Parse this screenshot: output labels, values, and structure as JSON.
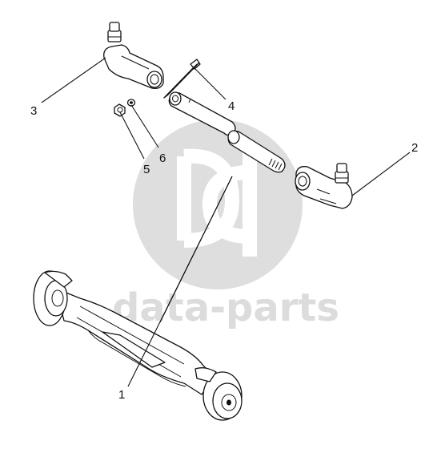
{
  "watermark": {
    "text": "data-parts",
    "color": "#dcdcdc"
  },
  "callouts": [
    {
      "id": "1",
      "label": "1"
    },
    {
      "id": "2",
      "label": "2"
    },
    {
      "id": "3",
      "label": "3"
    },
    {
      "id": "4",
      "label": "4"
    },
    {
      "id": "5",
      "label": "5"
    },
    {
      "id": "6",
      "label": "6"
    }
  ]
}
